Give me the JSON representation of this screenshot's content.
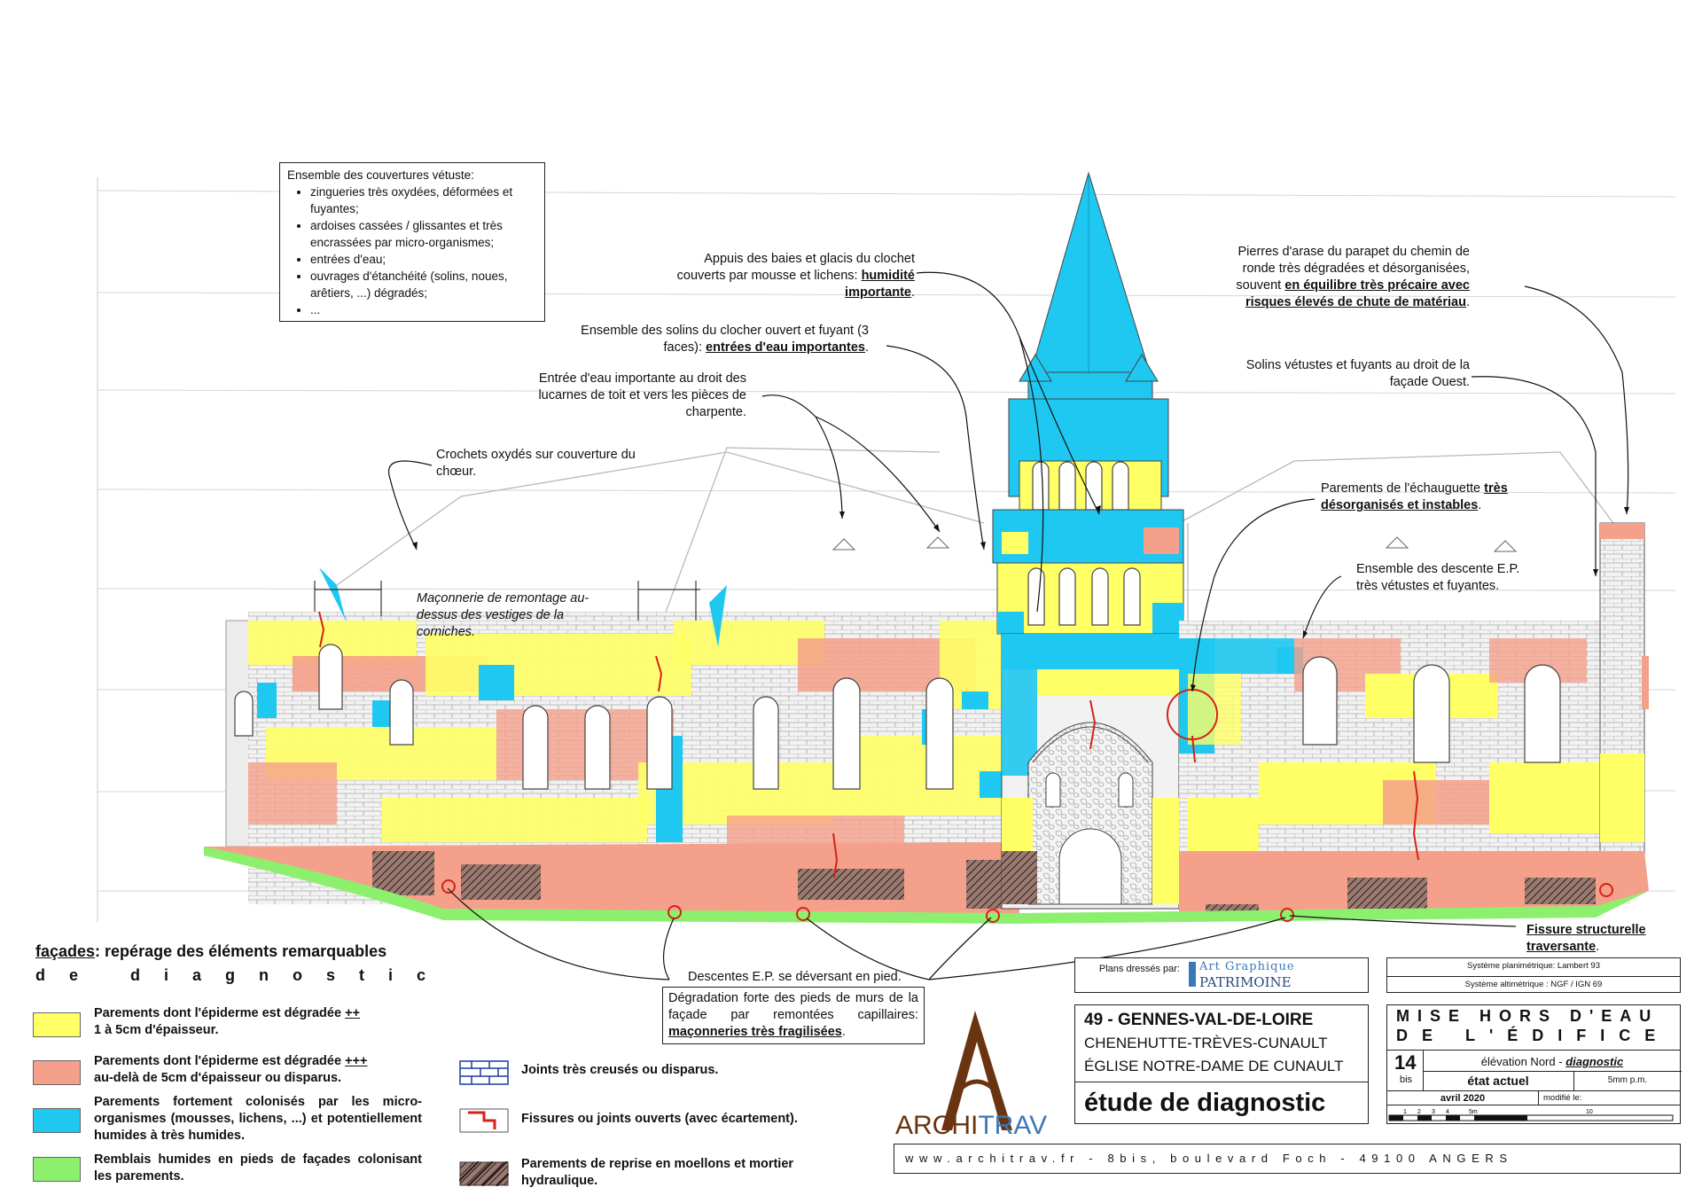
{
  "annotations": {
    "roof_box": {
      "title": "Ensemble des couvertures vétuste:",
      "items": [
        "zingueries très oxydées, déformées et fuyantes;",
        "ardoises cassées / glissantes et très encrassées par micro-organismes;",
        "entrées d'eau;",
        "ouvrages d'étanchéité (solins, noues, arêtiers, ...) dégradés;",
        "..."
      ]
    },
    "bays": {
      "text": "Appuis des baies et glacis du clochet couverts par mousse et lichens:",
      "bold": "humidité importante",
      "end": "."
    },
    "solins_clocher": {
      "text": "Ensemble des solins du clocher ouvert et fuyant (3 faces):",
      "bold": "entrées d'eau importantes",
      "end": "."
    },
    "lucarnes": {
      "text": "Entrée d'eau importante au droit des lucarnes de toit et vers les pièces de charpente."
    },
    "crochets": {
      "text": "Crochets oxydés sur couverture du chœur."
    },
    "maconnerie": {
      "text": "Maçonnerie de remontage au-dessus des vestiges de la corniches."
    },
    "parapet": {
      "text": "Pierres d'arase du parapet du chemin de ronde très dégradées et désorganisées, souvent",
      "bold": "en équilibre très précaire avec risques élevés de chute de matériau",
      "end": "."
    },
    "solins_ouest": {
      "text": "Solins vétustes et fuyants au droit de la façade Ouest."
    },
    "echauguette": {
      "text": "Parements de l'échauguette",
      "bold": "très désorganisés et instables",
      "end": "."
    },
    "descente_ep": {
      "text": "Ensemble des descente E.P. très vétustes et fuyantes."
    },
    "fissure": {
      "bold": "Fissure structurelle traversante",
      "end": "."
    },
    "descentes_pied": {
      "text": "Descentes E.P. se déversant en pied."
    },
    "degradation": {
      "text": "Dégradation forte des pieds de murs de la façade par remontées capillaires:",
      "bold": "maçonneries très fragilisées",
      "end": "."
    }
  },
  "legend": {
    "title_u": "façades",
    "title_rest": ": repérage des éléments remarquables",
    "subtitle": "de diagnostic",
    "items": [
      {
        "color": "#ffff66",
        "text": "Parements dont l'épiderme est dégradée",
        "bold": "++",
        "text2": "1 à 5cm d'épaisseur."
      },
      {
        "color": "#f5a08a",
        "text": "Parements dont l'épiderme est dégradée",
        "bold": "+++",
        "text2": "au-delà de 5cm d'épaisseur ou disparus."
      },
      {
        "color": "#1ec8f0",
        "text": "Parements fortement colonisés par les micro-organismes (mousses, lichens, ...) et potentiellement humides à très humides."
      },
      {
        "color": "#8cf06e",
        "text": "Remblais humides en pieds de façades colonisant les parements."
      }
    ],
    "symbols": [
      {
        "name": "joints",
        "text": "Joints très creusés ou disparus."
      },
      {
        "name": "fissures",
        "text": "Fissures ou joints ouverts (avec écartement)."
      },
      {
        "name": "reprise",
        "text": "Parements de reprise en moellons et mortier hydraulique."
      }
    ]
  },
  "title_block": {
    "plans_dresses": "Plans dressés par:",
    "partner_line1": "Art Graphique",
    "partner_line2": "PATRIMOINE",
    "system_plani": "Système planimétrique: Lambert 93",
    "system_alti": "Système altimétrique : NGF / IGN 69",
    "location": "49 - GENNES-VAL-DE-LOIRE",
    "commune": "CHENEHUTTE-TRÈVES-CUNAULT",
    "church": "ÉGLISE NOTRE-DAME DE CUNAULT",
    "study": "étude de diagnostic",
    "project_line1": "MISE HORS D'EAU",
    "project_line2": "DE L'ÉDIFICE",
    "sheet_no": "14",
    "sheet_suffix": "bis",
    "view": "élévation Nord -",
    "view_em": "diagnostic",
    "state": "état actuel",
    "scale": "5mm p.m.",
    "date": "avril 2020",
    "modified": "modifié le:",
    "scale_ticks": [
      "1",
      "2",
      "3",
      "4",
      "5m",
      "10"
    ],
    "logo_archi": "ARCHI",
    "logo_trav": "TRAV",
    "footer": "www.architrav.fr - 8bis, boulevard Foch - 49100 ANGERS"
  },
  "colors": {
    "yellow": "#ffff66",
    "salmon": "#f5a08a",
    "cyan": "#1ec8f0",
    "green": "#8cf06e",
    "logo_brown": "#6b3410",
    "logo_blue": "#3a78b8",
    "crack_red": "#d2231a"
  }
}
